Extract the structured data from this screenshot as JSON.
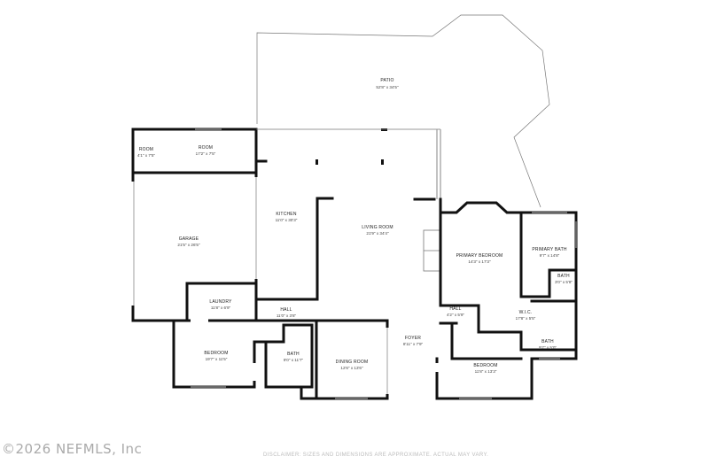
{
  "rooms": {
    "patio": {
      "name": "PATIO",
      "dim": "52'8\" x 34'5\""
    },
    "room_small": {
      "name": "ROOM",
      "dim": "4'1\" x 7'5\""
    },
    "room_large": {
      "name": "ROOM",
      "dim": "17'2\" x 7'5\""
    },
    "garage": {
      "name": "GARAGE",
      "dim": "21'5\" x 26'5\""
    },
    "kitchen": {
      "name": "KITCHEN",
      "dim": "11'0\" x 30'3\""
    },
    "living": {
      "name": "LIVING ROOM",
      "dim": "21'9\" x 34'4\""
    },
    "primary_bedroom": {
      "name": "PRIMARY BEDROOM",
      "dim": "14'3\" x 17'3\""
    },
    "primary_bath": {
      "name": "PRIMARY BATH",
      "dim": "9'7\" x 14'8\""
    },
    "bath_small": {
      "name": "BATH",
      "dim": "3'0\" x 5'8\""
    },
    "laundry": {
      "name": "LAUNDRY",
      "dim": "11'8\" x 6'9\""
    },
    "hall_left": {
      "name": "HALL",
      "dim": "11'0\" x 3'8\""
    },
    "hall_right": {
      "name": "HALL",
      "dim": "4'2\" x 5'9\""
    },
    "wic": {
      "name": "W.I.C.",
      "dim": "17'8\" x 5'5\""
    },
    "bedroom_left": {
      "name": "BEDROOM",
      "dim": "19'7\" x 11'5\""
    },
    "bath_left": {
      "name": "BATH",
      "dim": "9'0\" x 11'7\""
    },
    "dining": {
      "name": "DINING ROOM",
      "dim": "12'6\" x 13'6\""
    },
    "foyer": {
      "name": "FOYER",
      "dim": "8'11\" x 7'9\""
    },
    "bath_right": {
      "name": "BATH",
      "dim": "9'7\" x 5'0\""
    },
    "bedroom_right": {
      "name": "BEDROOM",
      "dim": "11'8\" x 13'3\""
    }
  },
  "watermark": "©2026 NEFMLS, Inc",
  "disclaimer": "DISCLAIMER: SIZES AND DIMENSIONS ARE APPROXIMATE. ACTUAL MAY VARY."
}
